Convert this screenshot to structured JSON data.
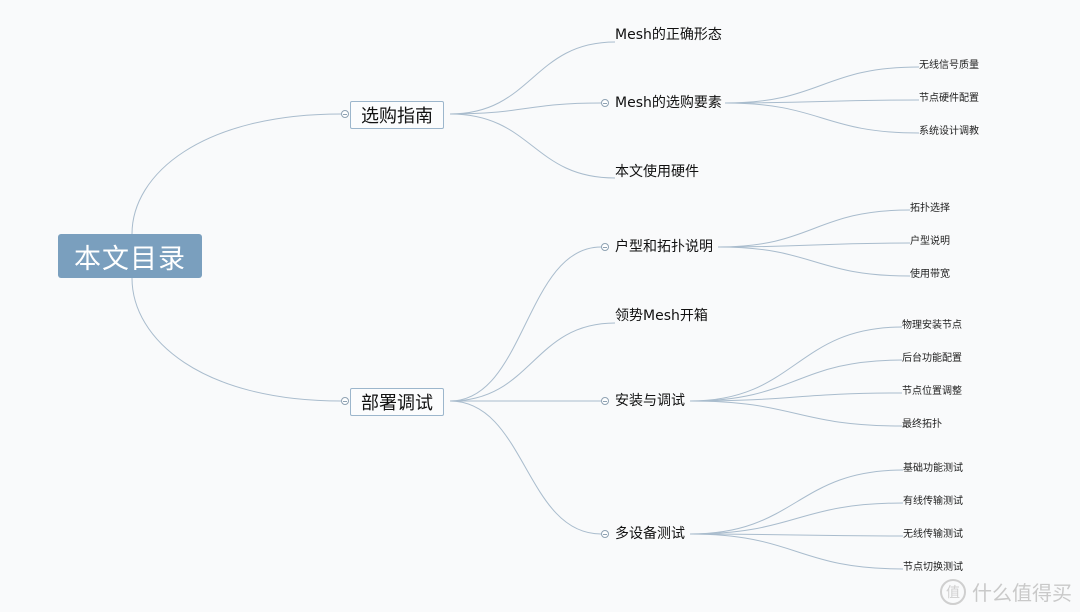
{
  "root": {
    "label": "本文目录"
  },
  "branches": [
    {
      "label": "选购指南",
      "children": [
        {
          "label": "Mesh的正确形态",
          "children": []
        },
        {
          "label": "Mesh的选购要素",
          "children": [
            "无线信号质量",
            "节点硬件配置",
            "系统设计调教"
          ]
        },
        {
          "label": "本文使用硬件",
          "children": []
        }
      ]
    },
    {
      "label": "部署调试",
      "children": [
        {
          "label": "户型和拓扑说明",
          "children": [
            "拓扑选择",
            "户型说明",
            "使用带宽"
          ]
        },
        {
          "label": "领势Mesh开箱",
          "children": []
        },
        {
          "label": "安装与调试",
          "children": [
            "物理安装节点",
            "后台功能配置",
            "节点位置调整",
            "最终拓扑"
          ]
        },
        {
          "label": "多设备测试",
          "children": [
            "基础功能测试",
            "有线传输测试",
            "无线传输测试",
            "节点切换测试"
          ]
        }
      ]
    }
  ],
  "watermark": {
    "icon": "zhi-icon",
    "text": "什么值得买"
  },
  "colors": {
    "root_bg": "#7a9fbe",
    "line": "#a9bccd",
    "background": "#f9fafb"
  }
}
